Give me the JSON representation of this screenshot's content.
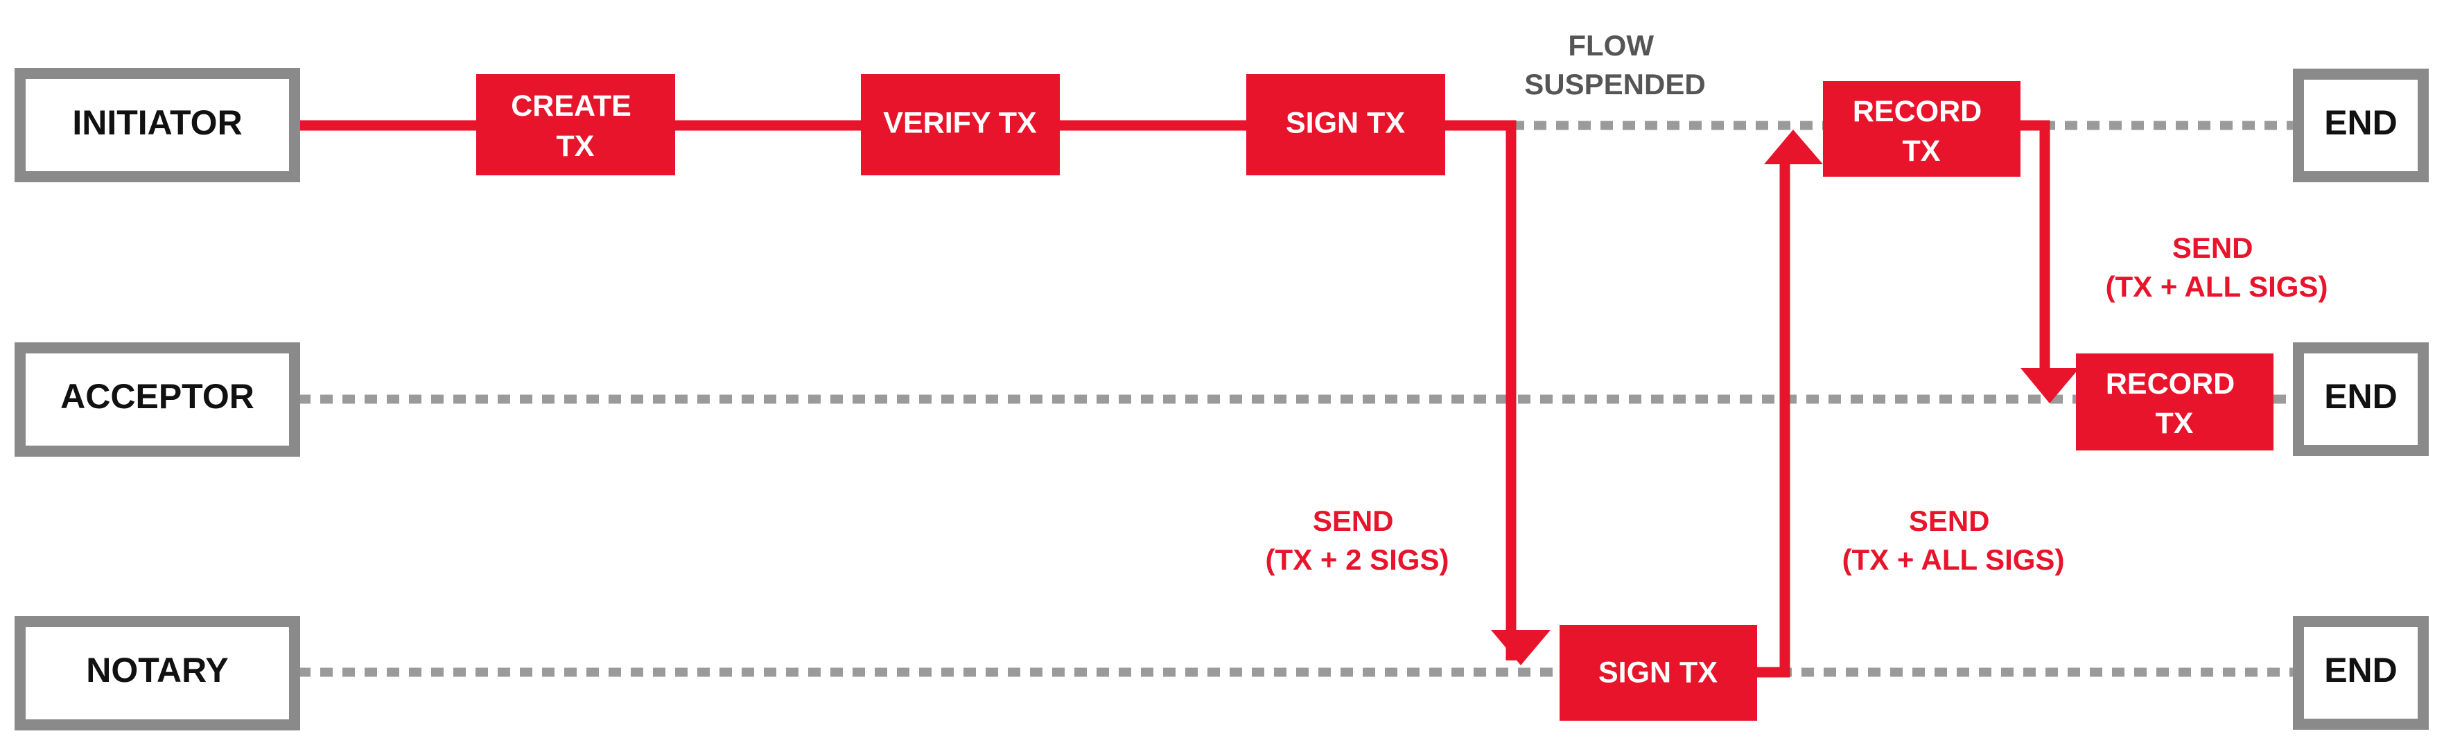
{
  "lanes": {
    "initiator": "INITIATOR",
    "acceptor": "ACCEPTOR",
    "notary": "NOTARY"
  },
  "end_label": "END",
  "steps": {
    "create_tx": [
      "CREATE",
      "TX"
    ],
    "verify_tx": "VERIFY TX",
    "sign_tx_initiator": "SIGN TX",
    "sign_tx_notary": "SIGN TX",
    "record_tx_initiator": [
      "RECORD",
      "TX"
    ],
    "record_tx_acceptor": [
      "RECORD",
      "TX"
    ]
  },
  "annotations": {
    "flow_suspended": [
      "FLOW",
      "SUSPENDED"
    ],
    "send_to_notary": [
      "SEND",
      "(TX + 2 SIGS)"
    ],
    "send_from_notary": [
      "SEND",
      "(TX + ALL SIGS)"
    ],
    "send_to_acceptor": [
      "SEND",
      "(TX + ALL SIGS)"
    ]
  },
  "colors": {
    "accent": "#e8142b",
    "border": "#8a8a8a",
    "dotted": "#9a9a9a",
    "muted_text": "#555555"
  }
}
